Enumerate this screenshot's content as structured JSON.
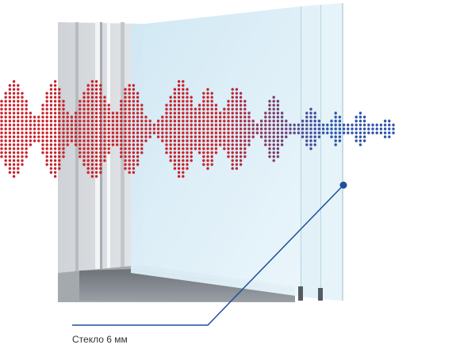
{
  "callout": {
    "label": "Стекло 6 мм"
  },
  "colors": {
    "wave_start": "#c8202a",
    "wave_end": "#2a4fa8",
    "callout_line": "#1d4f9a",
    "frame": "#d6d8dc",
    "glass": "#d8ecf6"
  },
  "icons": [
    "sound-wave",
    "window-glass-unit"
  ]
}
